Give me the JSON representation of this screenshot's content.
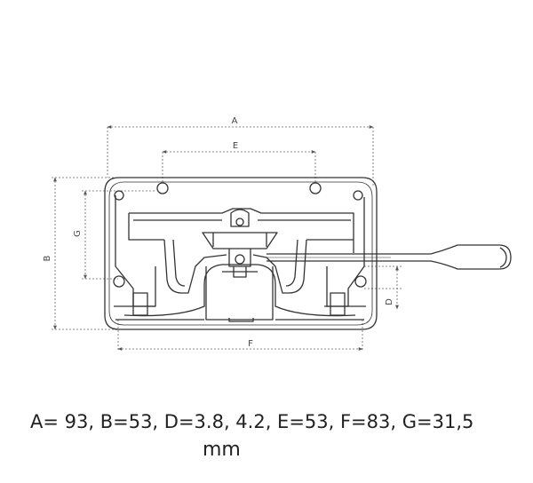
{
  "dimension_labels": {
    "a": "A",
    "b": "B",
    "d": "D",
    "e": "E",
    "f": "F",
    "g": "G"
  },
  "caption": {
    "line1": "A= 93, B=53, D=3.8, 4.2, E=53, F=83, G=31,5",
    "line2": "mm"
  }
}
